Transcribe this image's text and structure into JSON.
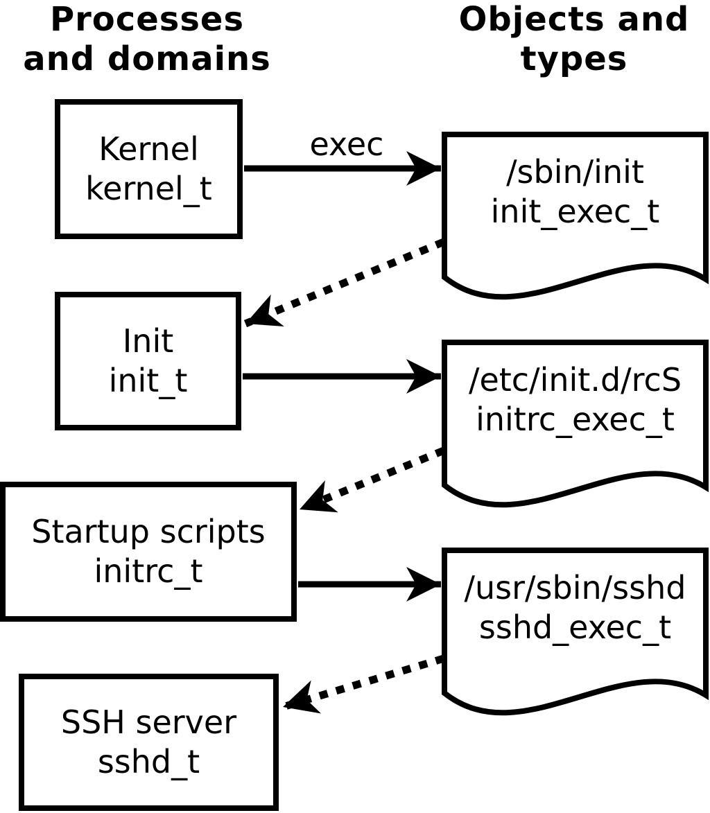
{
  "colors": {
    "ink": "#000000",
    "background": "#ffffff"
  },
  "headings": {
    "left": {
      "line1": "Processes",
      "line2": "and domains"
    },
    "right": {
      "line1": "Objects and",
      "line2": "types"
    }
  },
  "edge_label": "exec",
  "process_nodes": [
    {
      "label": "Kernel",
      "type": "kernel_t"
    },
    {
      "label": "Init",
      "type": "init_t"
    },
    {
      "label": "Startup scripts",
      "type": "initrc_t"
    },
    {
      "label": "SSH server",
      "type": "sshd_t"
    }
  ],
  "object_nodes": [
    {
      "label": "/sbin/init",
      "type": "init_exec_t"
    },
    {
      "label": "/etc/init.d/rcS",
      "type": "initrc_exec_t"
    },
    {
      "label": "/usr/sbin/sshd",
      "type": "sshd_exec_t"
    }
  ]
}
